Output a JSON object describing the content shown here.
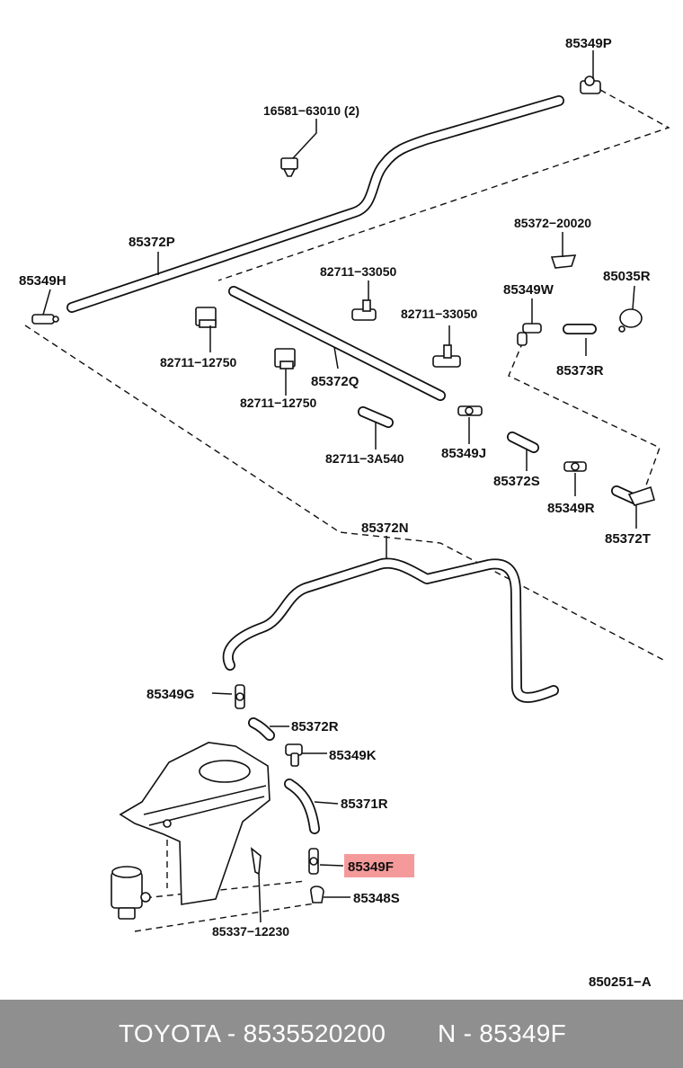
{
  "diagram": {
    "labels": {
      "p85349P": "85349P",
      "p16581": "16581−63010 (2)",
      "p85372P": "85372P",
      "p85349H": "85349H",
      "p82711_33050a": "82711−33050",
      "p85372_20020": "85372−20020",
      "p85035R": "85035R",
      "p85349W": "85349W",
      "p82711_33050b": "82711−33050",
      "p82711_12750a": "82711−12750",
      "p85372Q": "85372Q",
      "p85373R": "85373R",
      "p82711_12750b": "82711−12750",
      "p85349J": "85349J",
      "p82711_3A540": "82711−3A540",
      "p85372S": "85372S",
      "p85349R": "85349R",
      "p85372T": "85372T",
      "p85372N": "85372N",
      "p85349G": "85349G",
      "p85372R": "85372R",
      "p85349K": "85349K",
      "p85371R": "85371R",
      "p85349F": "85349F",
      "p85348S": "85348S",
      "p85337": "85337−12230",
      "diagram_code": "850251−A"
    },
    "highlight_color": "#f59a9a"
  },
  "footer": {
    "brand_text": "TOYOTA - 8535520200",
    "ref_text": "N - 85349F",
    "bg_color": "#8f8f8f"
  }
}
